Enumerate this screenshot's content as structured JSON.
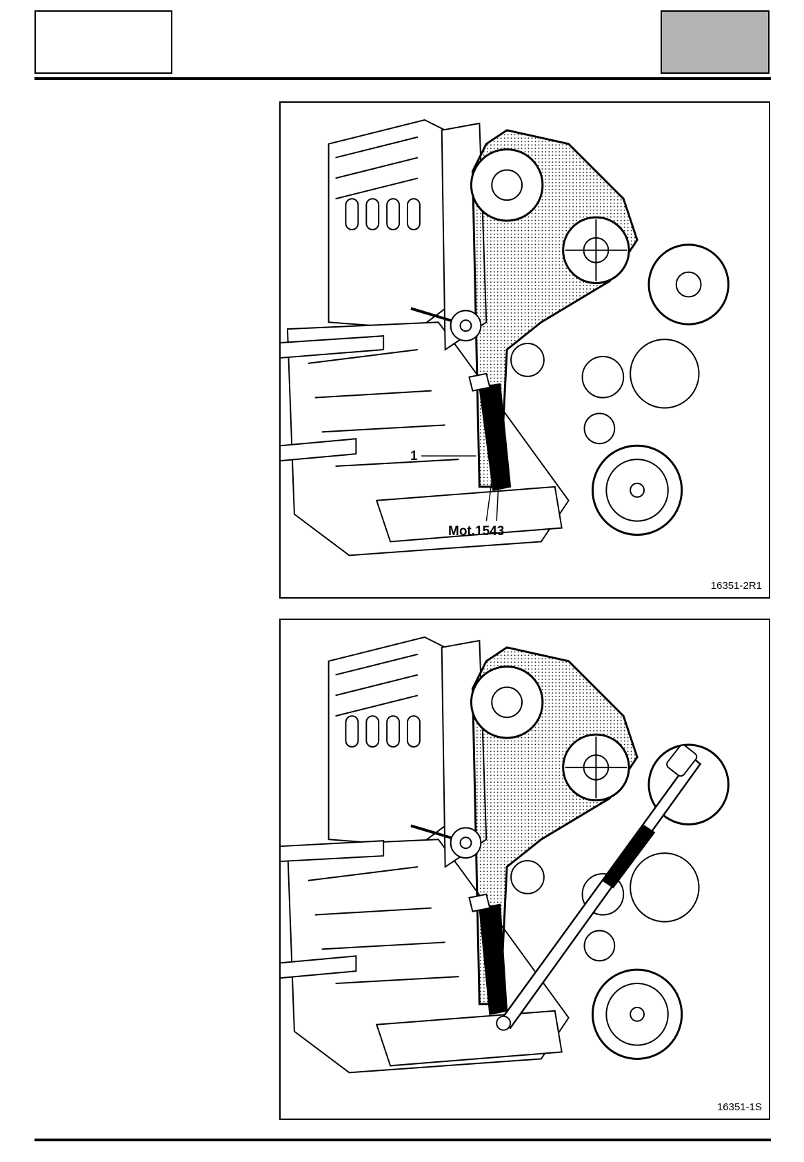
{
  "figures": [
    {
      "ref": "16351-2R1",
      "callouts": {
        "part_number": "1",
        "tool": "Mot.1543"
      }
    },
    {
      "ref": "16351-1S"
    }
  ]
}
